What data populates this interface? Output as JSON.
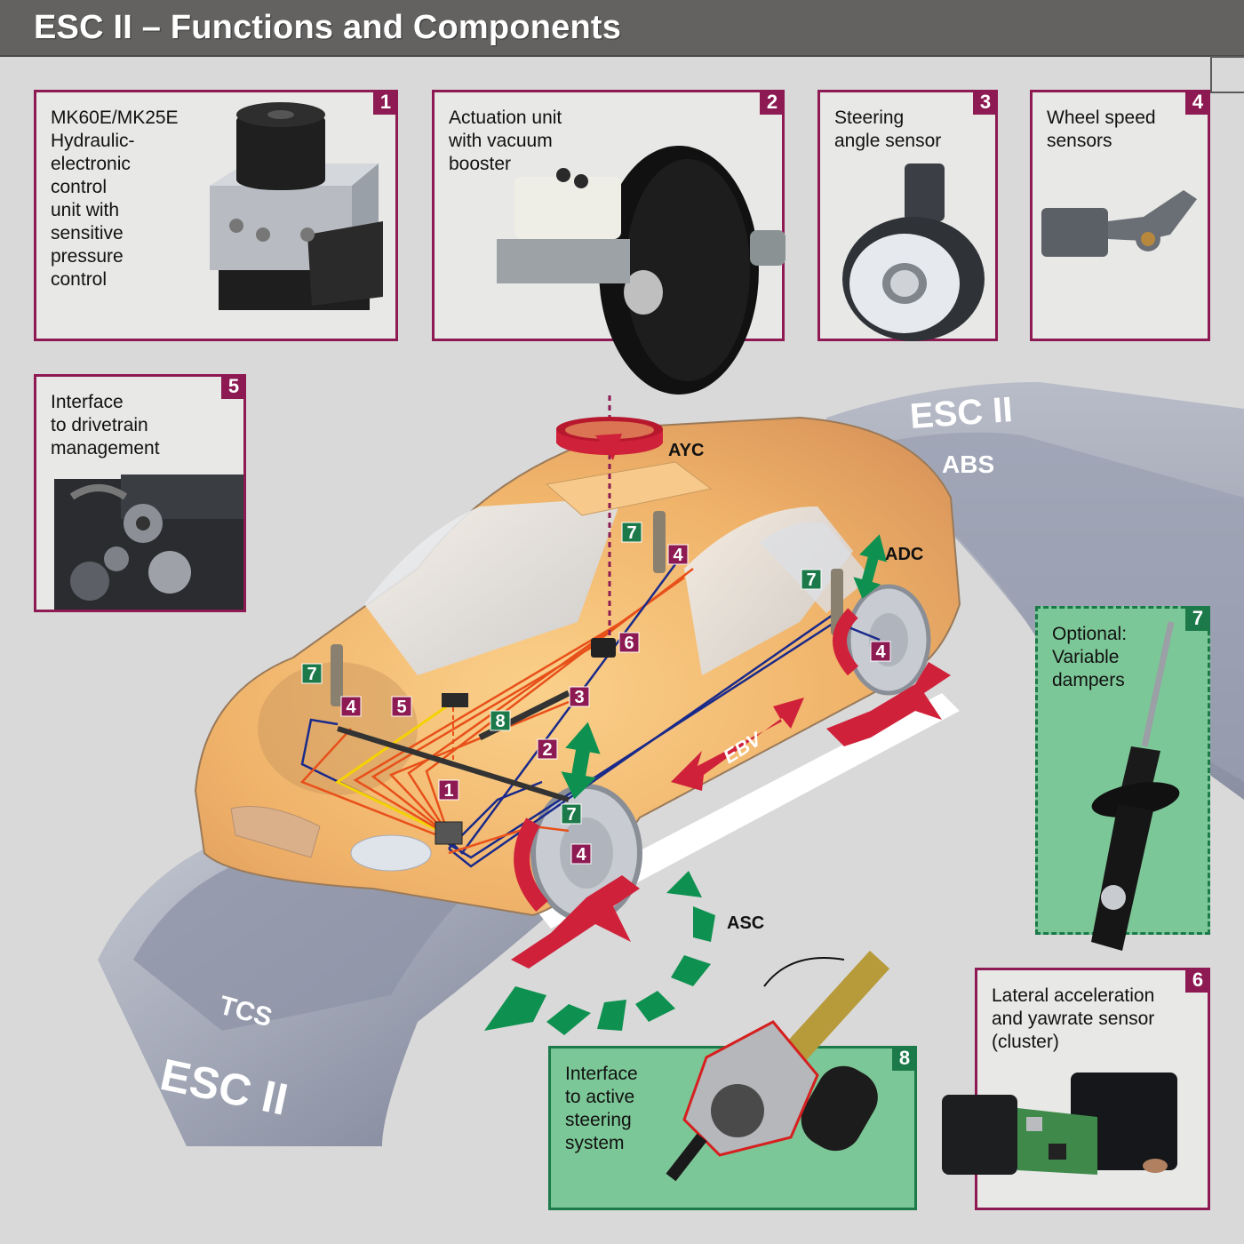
{
  "title": "ESC II – Functions and Components",
  "colors": {
    "title_bar": "#636260",
    "background": "#d9d9d9",
    "component_border": "#8d1a52",
    "optional_fill": "#7cc797",
    "optional_border": "#1c7a4a",
    "car_body": "#f0b36a",
    "arrow_red": "#d0213a",
    "arrow_green": "#0e9150",
    "road_band": "#9aa0b0",
    "wire_orange": "#e8501a",
    "wire_blue": "#1a2a8a",
    "wire_yellow": "#f5d200"
  },
  "components": [
    {
      "number": "1",
      "label": "MK60E/MK25E\nHydraulic-\nelectronic\ncontrol\nunit with\nsensitive\npressure\ncontrol",
      "type": "standard"
    },
    {
      "number": "2",
      "label": "Actuation unit\nwith vacuum\nbooster",
      "type": "standard"
    },
    {
      "number": "3",
      "label": "Steering\nangle sensor",
      "type": "standard"
    },
    {
      "number": "4",
      "label": "Wheel speed\nsensors",
      "type": "standard"
    },
    {
      "number": "5",
      "label": "Interface\nto drivetrain\nmanagement",
      "type": "standard"
    },
    {
      "number": "6",
      "label": "Lateral acceleration\nand yawrate sensor\n(cluster)",
      "type": "standard"
    },
    {
      "number": "7",
      "label": "Optional:\nVariable\ndampers",
      "type": "optional"
    },
    {
      "number": "8",
      "label": "Interface\nto active\nsteering\nsystem",
      "type": "optional"
    }
  ],
  "functions": {
    "ayc": "AYC",
    "adc": "ADC",
    "ebv": "EBV",
    "asc": "ASC",
    "esc_top": "ESC II",
    "abs": "ABS",
    "tcs": "TCS",
    "esc_bottom": "ESC II"
  },
  "car_markers": [
    {
      "number": "7",
      "kind": "optional"
    },
    {
      "number": "4",
      "kind": "standard"
    },
    {
      "number": "7",
      "kind": "optional"
    },
    {
      "number": "4",
      "kind": "standard"
    },
    {
      "number": "6",
      "kind": "standard"
    },
    {
      "number": "7",
      "kind": "optional"
    },
    {
      "number": "4",
      "kind": "standard"
    },
    {
      "number": "5",
      "kind": "standard"
    },
    {
      "number": "3",
      "kind": "standard"
    },
    {
      "number": "8",
      "kind": "optional"
    },
    {
      "number": "2",
      "kind": "standard"
    },
    {
      "number": "1",
      "kind": "standard"
    },
    {
      "number": "7",
      "kind": "optional"
    },
    {
      "number": "4",
      "kind": "standard"
    }
  ]
}
